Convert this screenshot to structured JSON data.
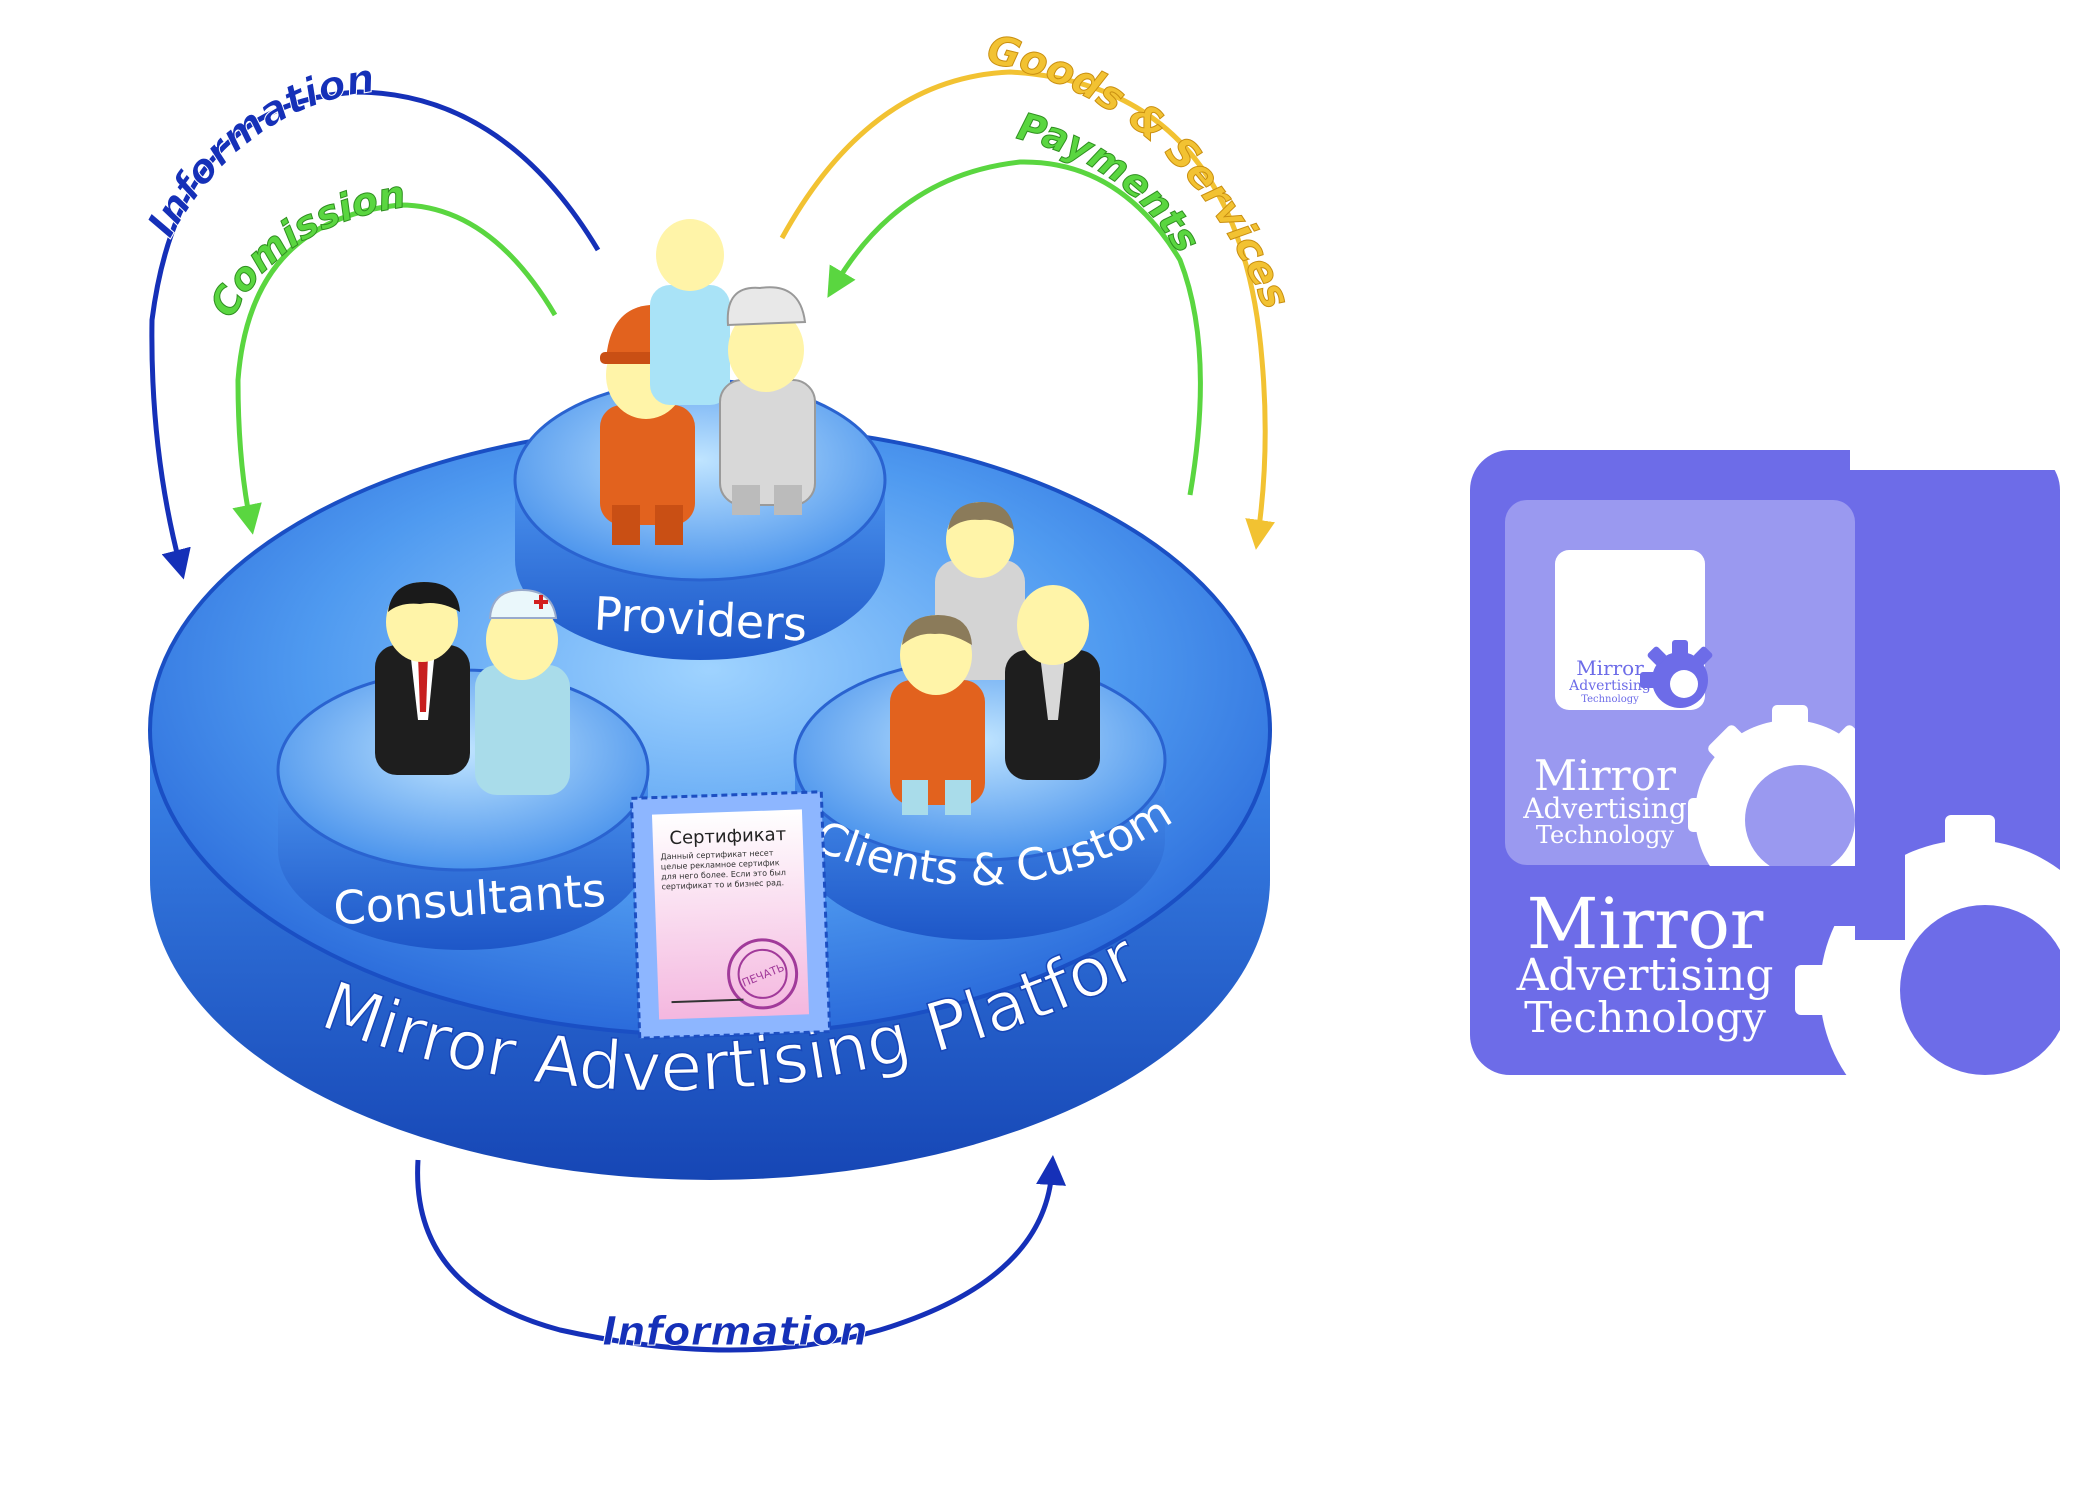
{
  "diagram": {
    "platform_label": "Mirror Advertising Platform",
    "groups": [
      {
        "id": "providers",
        "label": "Providers"
      },
      {
        "id": "consultants",
        "label": "Consultants"
      },
      {
        "id": "clients",
        "label": "Clients & Customers"
      }
    ],
    "flows": [
      {
        "id": "information-top",
        "label": "Information",
        "color": "#1530b8"
      },
      {
        "id": "comission",
        "label": "Comission",
        "color": "#5ad640"
      },
      {
        "id": "goods-services",
        "label": "Goods & Services",
        "color": "#f2c232"
      },
      {
        "id": "payments",
        "label": "Payments",
        "color": "#5ad640"
      },
      {
        "id": "information-bottom",
        "label": "Information",
        "color": "#1530b8"
      }
    ],
    "certificate": {
      "title": "Сертификат",
      "body": "Данный сертификат несет целые рекламное сертифик для него более. Если это был сертификат то и бизнес рад.",
      "stamp": "ПЕЧАТЬ"
    },
    "colors": {
      "platform": "#2b6fe0",
      "platform_dark": "#1747b8",
      "logo_purple": "#6d6ce8",
      "logo_light": "#9a99f0"
    }
  },
  "logo": {
    "line1": "Mirror",
    "line2": "Advertising",
    "line3": "Technology"
  }
}
